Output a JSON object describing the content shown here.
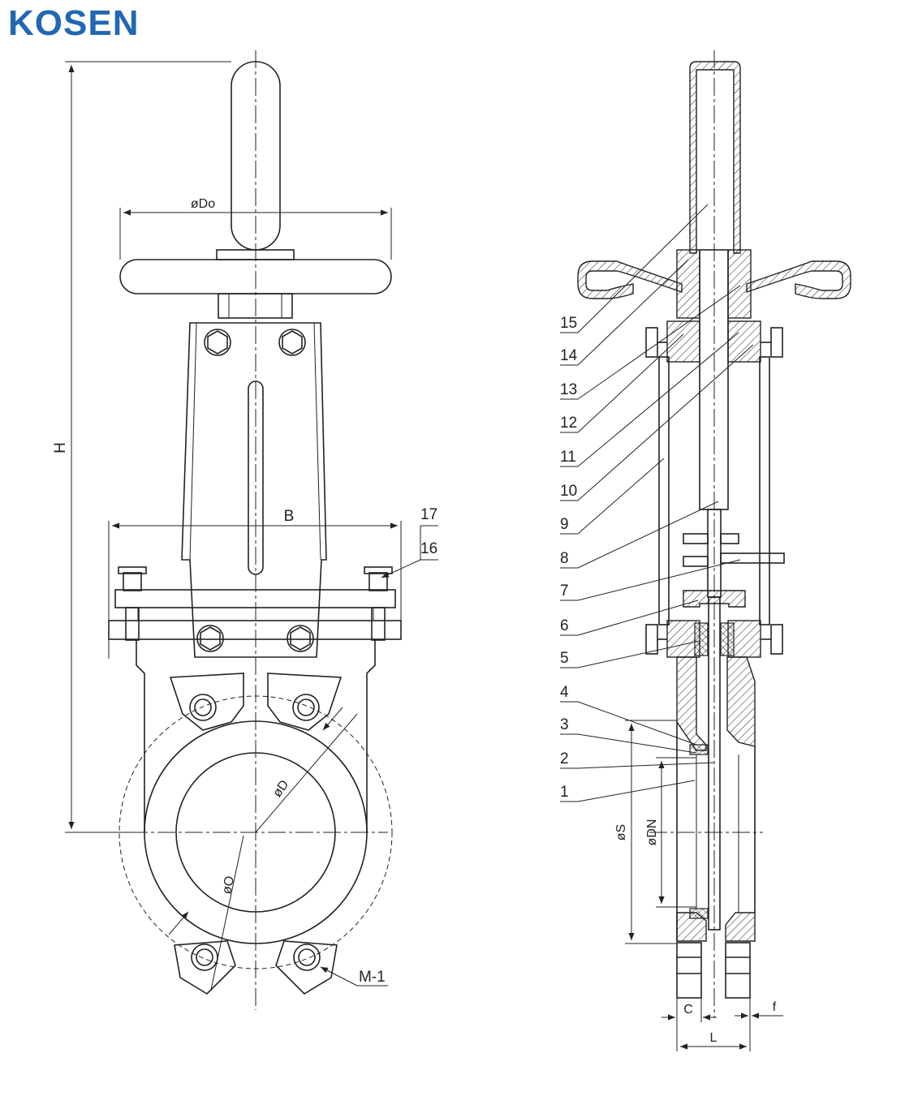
{
  "brand": {
    "name": "KOSEN",
    "color": "#2367b3"
  },
  "front_view": {
    "dims": {
      "height": "H",
      "width": "B",
      "handwheel": "øDo",
      "bolt_circle": "øD",
      "bore": "øO",
      "bolt": "M-1"
    },
    "callouts": [
      "17",
      "16"
    ]
  },
  "section_view": {
    "dims": {
      "outer": "øS",
      "nominal": "øDN",
      "c": "C",
      "f": "f",
      "length": "L"
    },
    "parts": [
      "15",
      "14",
      "13",
      "12",
      "11",
      "10",
      "9",
      "8",
      "7",
      "6",
      "5",
      "4",
      "3",
      "2",
      "1"
    ]
  }
}
